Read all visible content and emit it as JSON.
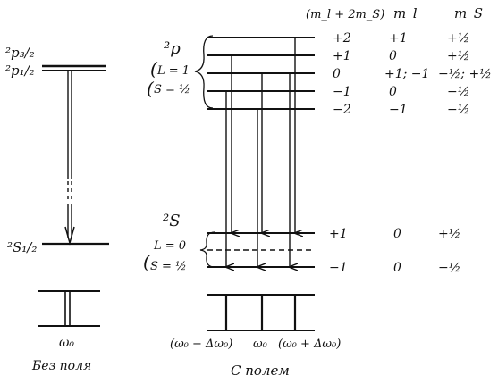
{
  "headers": {
    "mtot": "(m_l + 2m_S)",
    "ml": "m_l",
    "ms": "m_S"
  },
  "left": {
    "term_p32": "²p₃/₂",
    "term_p12": "²p₁/₂",
    "term_s12": "²S₁/₂",
    "freq": "ω₀",
    "caption": "Без поля"
  },
  "right": {
    "term_p": "²p",
    "p_L": "L = 1",
    "p_S": "S = ½",
    "term_s": "²S",
    "s_L": "L = 0",
    "s_S": "S = ½",
    "freq_minus": "(ω₀ − Δω₀)",
    "freq_center": "ω₀",
    "freq_plus": "(ω₀ + Δω₀)",
    "caption": "С полем"
  },
  "p_levels": [
    {
      "mtot": "+2",
      "ml": "+1",
      "ms": "+½"
    },
    {
      "mtot": "+1",
      "ml": "0",
      "ms": "+½"
    },
    {
      "mtot": "0",
      "ml": "+1; −1",
      "ms": "−½; +½"
    },
    {
      "mtot": "−1",
      "ml": "0",
      "ms": "−½"
    },
    {
      "mtot": "−2",
      "ml": "−1",
      "ms": "−½"
    }
  ],
  "s_levels": [
    {
      "mtot": "+1",
      "ml": "0",
      "ms": "+½"
    },
    {
      "mtot": "−1",
      "ml": "0",
      "ms": "−½"
    }
  ]
}
